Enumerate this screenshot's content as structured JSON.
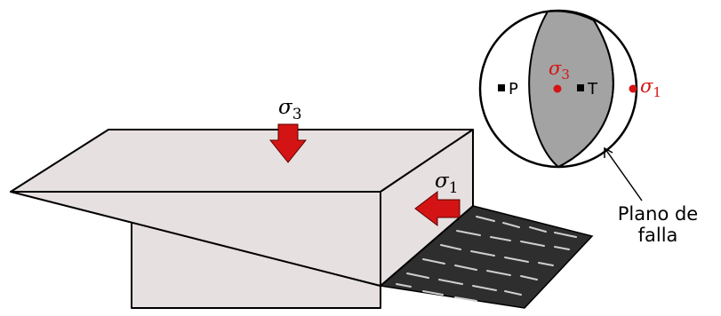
{
  "diagram": {
    "block_top_arrow": {
      "symbol": "σ",
      "subscript": "3"
    },
    "block_side_arrow": {
      "symbol": "σ",
      "subscript": "1"
    },
    "beachball": {
      "p_axis_label": "P",
      "t_axis_label": "T",
      "sigma3": {
        "symbol": "σ",
        "subscript": "3"
      },
      "sigma1": {
        "symbol": "σ",
        "subscript": "1"
      }
    },
    "fault_plane_label": {
      "line1": "Plano de",
      "line2": "falla"
    }
  },
  "colors": {
    "block_fill": "#e7e0e0",
    "outline": "#000000",
    "arrow_red": "#d41414",
    "beachball_shade": "#a3a3a3",
    "ground": "#2e2e2e",
    "ground_streaks": "#cfcfcf",
    "sigma_red": "#d41414"
  }
}
